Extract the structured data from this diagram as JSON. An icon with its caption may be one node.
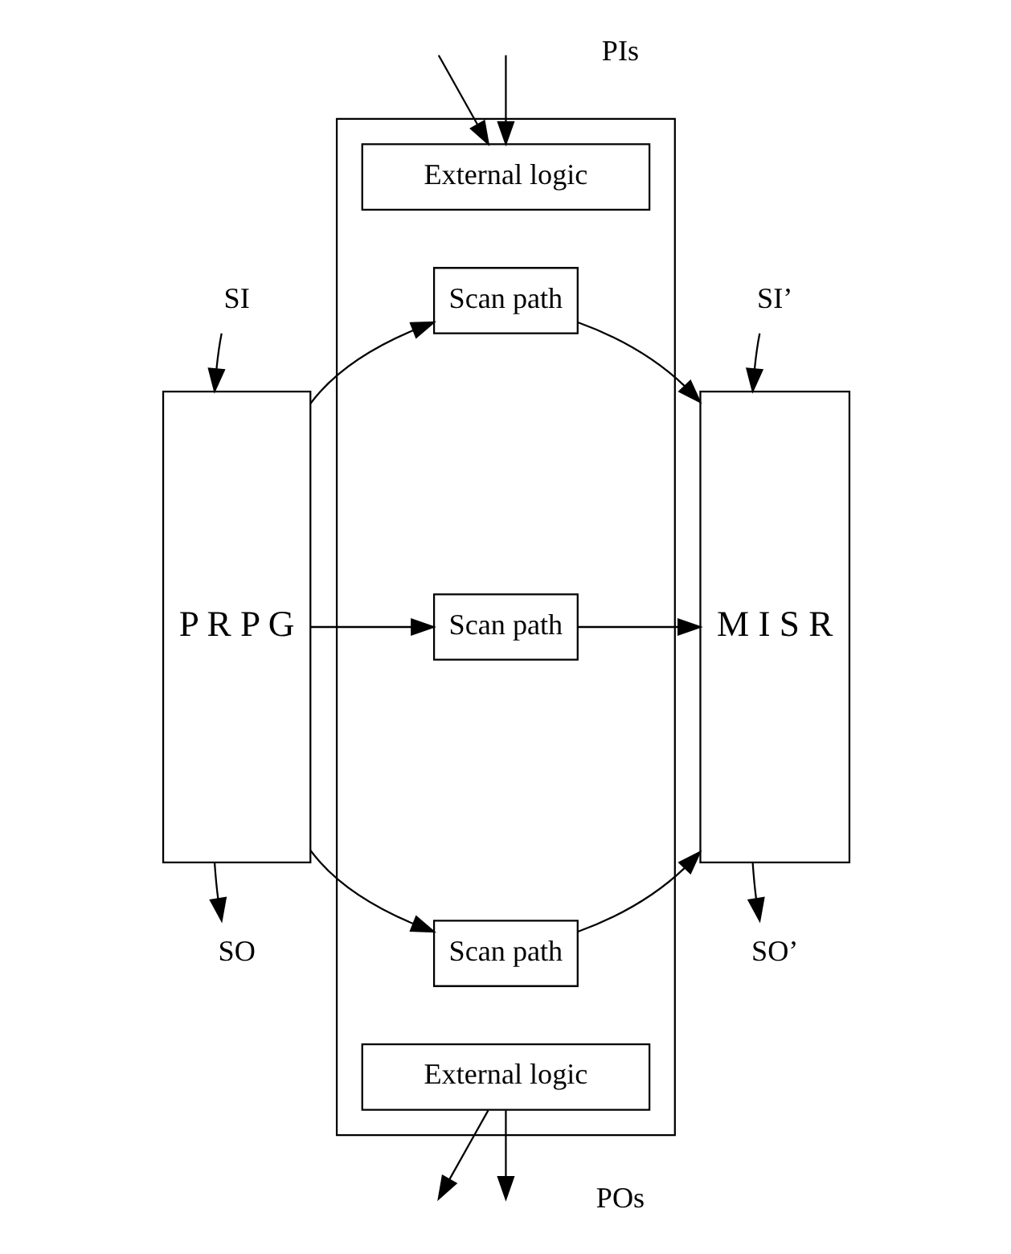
{
  "diagram": {
    "nodes": [
      {
        "text": [
          "SI"
        ]
      },
      {
        "text": [
          "SI’"
        ]
      },
      {
        "text": [
          "P R P G"
        ]
      },
      {
        "text": [],
        "shape": "box"
      },
      {
        "text": [
          "External logic"
        ],
        "in": 3
      },
      {
        "text": [
          "Scan path"
        ],
        "in": 3
      },
      {
        "text": [
          "Scan path"
        ],
        "in": 3
      },
      {
        "text": [
          "Scan path"
        ],
        "in": 3
      },
      {
        "text": [
          "External logic"
        ],
        "in": 3
      },
      {
        "text": [
          "M I S R"
        ]
      },
      {
        "text": [
          "SO"
        ]
      },
      {
        "text": [
          "SO’"
        ]
      }
    ],
    "edges": [
      {
        "from": 0,
        "to": 2,
        "arrow": "to"
      },
      {
        "from": null,
        "to": 4,
        "arrow": "to"
      },
      {
        "from": null,
        "to": 4,
        "arrow": "to"
      },
      {
        "from": 1,
        "to": 9,
        "arrow": "to"
      },
      {
        "from": 2,
        "to": 5,
        "arrow": "to"
      },
      {
        "from": 2,
        "to": 6,
        "arrow": "to"
      },
      {
        "from": 2,
        "to": 7,
        "arrow": "to"
      },
      {
        "from": 5,
        "to": 9,
        "arrow": "to"
      },
      {
        "from": 6,
        "to": 9,
        "arrow": "to"
      },
      {
        "from": 7,
        "to": 9,
        "arrow": "to"
      },
      {
        "from": 8,
        "to": null,
        "arrow": "to"
      },
      {
        "from": 8,
        "to": null,
        "arrow": "to"
      },
      {
        "from": 2,
        "to": 10,
        "arrow": "to"
      },
      {
        "from": 9,
        "to": 11,
        "arrow": "to"
      }
    ],
    "labels": [
      "PIs",
      "POs"
    ]
  }
}
